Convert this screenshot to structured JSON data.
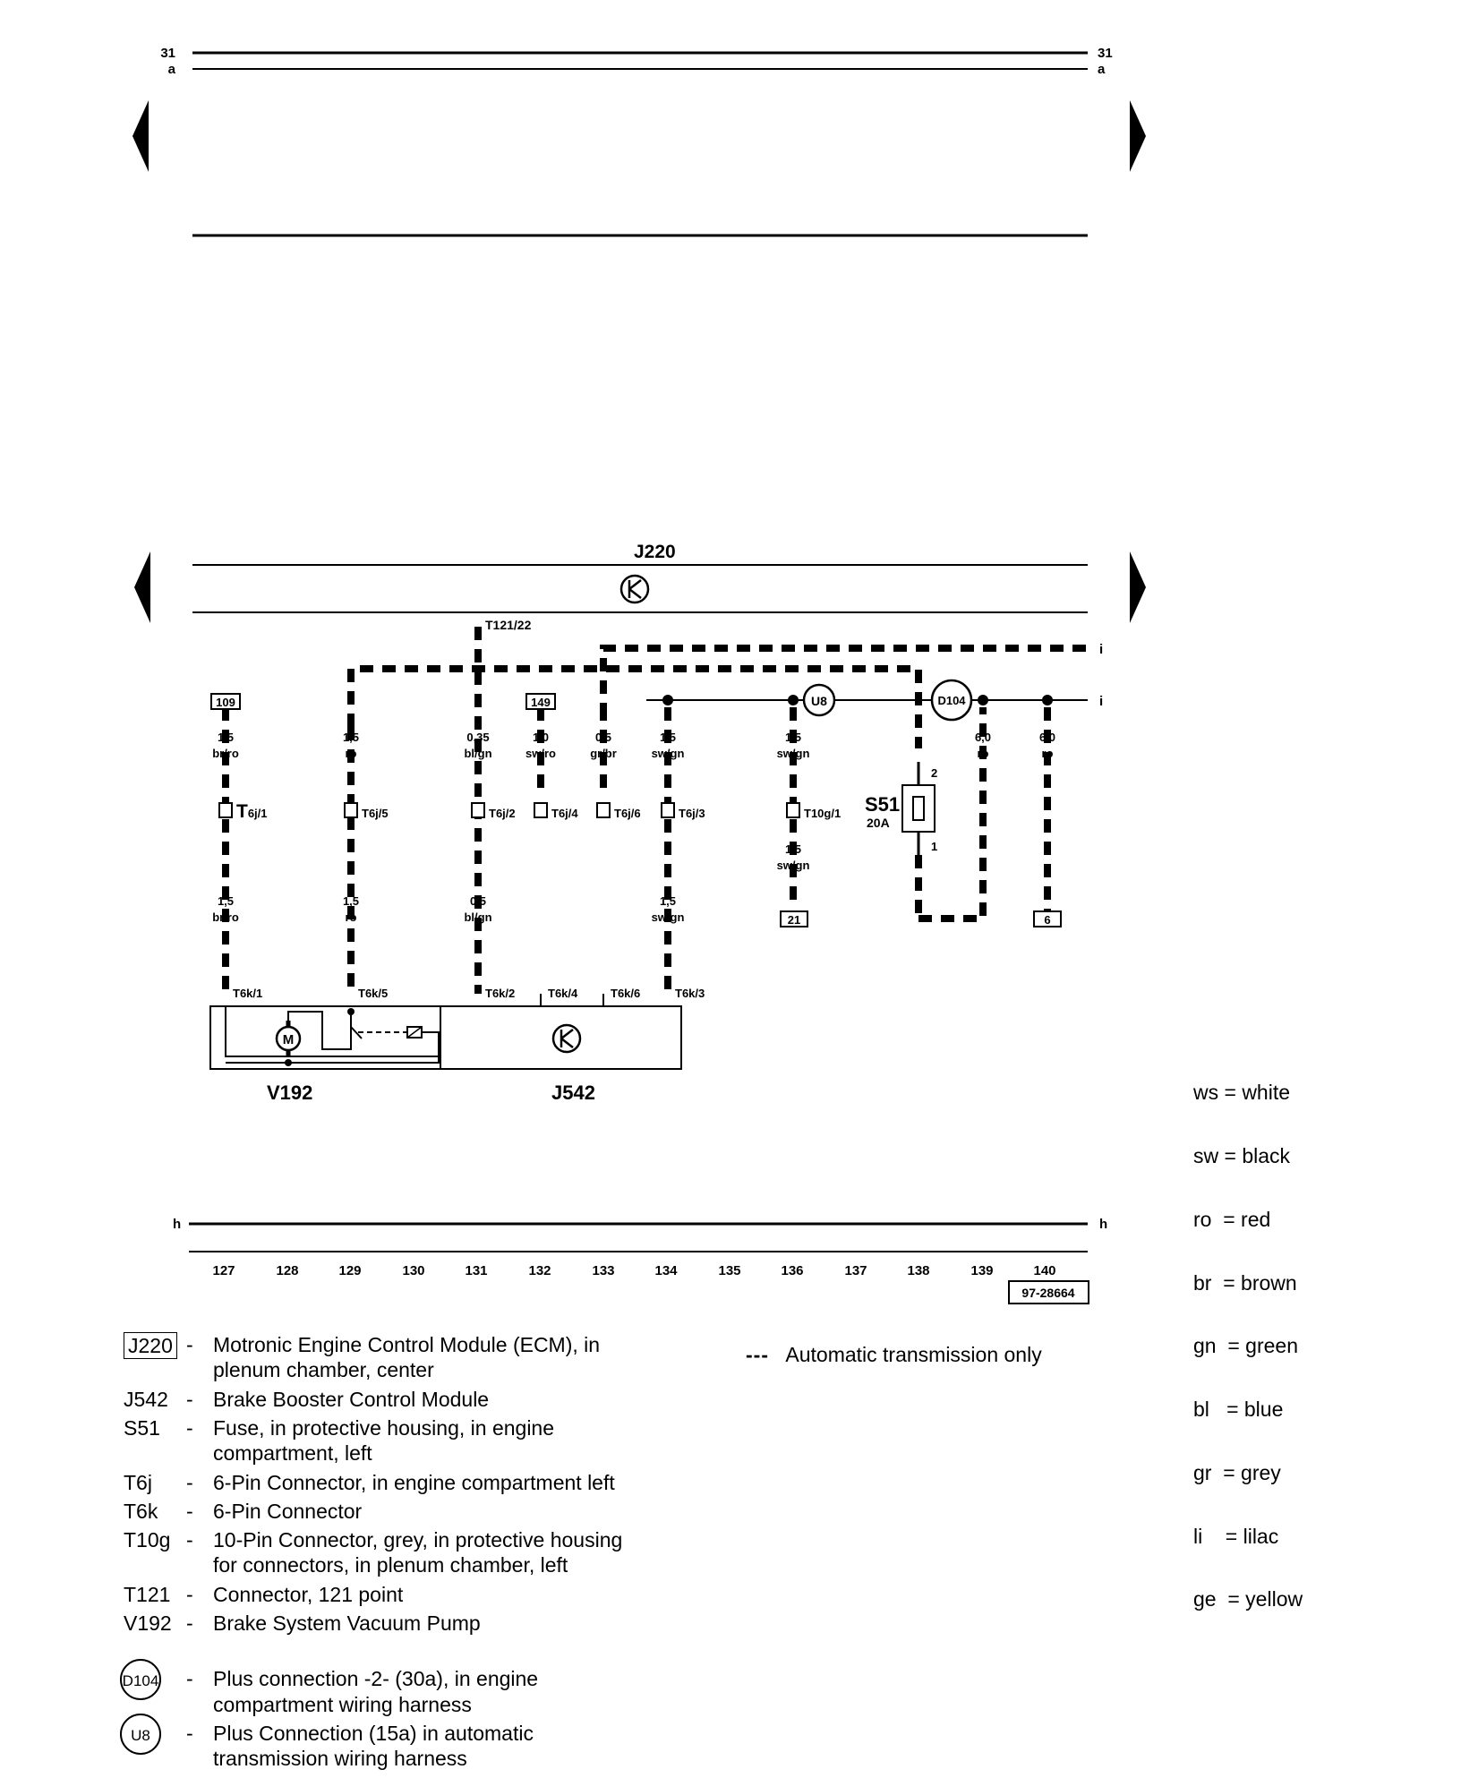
{
  "header_rails": {
    "top_label": "31",
    "second_label": "a",
    "bottom_label": "h"
  },
  "modules": {
    "ecm": {
      "code": "J220",
      "pin": "T121/22"
    },
    "brake_module": {
      "code": "J542"
    },
    "pump": {
      "code": "V192"
    },
    "fuse": {
      "code": "S51",
      "rating": "20A",
      "pin_top": "2",
      "pin_bottom": "1"
    }
  },
  "rail_labels": {
    "dashed": "i",
    "solid": "i"
  },
  "boxes": {
    "b109": "109",
    "b149": "149",
    "b21": "21",
    "b6": "6"
  },
  "circle_connectors": {
    "u8": "U8",
    "d104": "D104"
  },
  "wires_upper": [
    {
      "size": "1,5",
      "color": "br/ro"
    },
    {
      "size": "1,5",
      "color": "ro"
    },
    {
      "size": "0,35",
      "color": "bl/gn"
    },
    {
      "size": "1,0",
      "color": "sw/ro"
    },
    {
      "size": "0,5",
      "color": "gr/br"
    },
    {
      "size": "1,5",
      "color": "sw/gn"
    },
    {
      "size": "1,5",
      "color": "sw/gn"
    },
    {
      "size": "6,0",
      "color": "ro"
    },
    {
      "size": "6,0",
      "color": "ro"
    }
  ],
  "wires_lower": [
    {
      "size": "1,5",
      "color": "br/ro"
    },
    {
      "size": "1,5",
      "color": "ro"
    },
    {
      "size": "0,5",
      "color": "bl/gn"
    },
    {
      "size": "1,5",
      "color": "sw/gn"
    },
    {
      "size": "1,5",
      "color": "sw/gn"
    }
  ],
  "t6j": [
    "T6j/1",
    "T6j/5",
    "T6j/2",
    "T6j/4",
    "T6j/6",
    "T6j/3"
  ],
  "t10g": "T10g/1",
  "t6k": [
    "T6k/1",
    "T6k/5",
    "T6k/2",
    "T6k/4",
    "T6k/6",
    "T6k/3"
  ],
  "columns": [
    "127",
    "128",
    "129",
    "130",
    "131",
    "132",
    "133",
    "134",
    "135",
    "136",
    "137",
    "138",
    "139",
    "140"
  ],
  "diagram_id": "97-28664",
  "color_key": [
    "ws = white",
    "sw = black",
    "ro  = red",
    "br  = brown",
    "gn  = green",
    "bl   = blue",
    "gr  = grey",
    "li    = lilac",
    "ge  = yellow"
  ],
  "legend": [
    {
      "code": "J220",
      "desc": "Motronic Engine Control Module (ECM), in",
      "desc2": "plenum chamber, center"
    },
    {
      "code": "J542",
      "desc": "Brake Booster Control Module"
    },
    {
      "code": "S51",
      "desc": "Fuse, in protective housing, in engine",
      "desc2": "compartment, left"
    },
    {
      "code": "T6j",
      "desc": "6-Pin Connector, in engine compartment left"
    },
    {
      "code": "T6k",
      "desc": "6-Pin Connector"
    },
    {
      "code": "T10g",
      "desc": "10-Pin Connector, grey, in protective housing",
      "desc2": "for connectors, in plenum chamber, left"
    },
    {
      "code": "T121",
      "desc": "Connector, 121 point"
    },
    {
      "code": "V192",
      "desc": "Brake System Vacuum Pump"
    },
    {
      "code": "D104",
      "desc": "Plus connection -2- (30a), in engine",
      "desc2": "compartment wiring harness"
    },
    {
      "code": "U8",
      "desc": "Plus Connection (15a) in automatic",
      "desc2": "transmission wiring harness"
    }
  ],
  "dash_note": "Automatic transmission only",
  "dash_symbol": "---"
}
